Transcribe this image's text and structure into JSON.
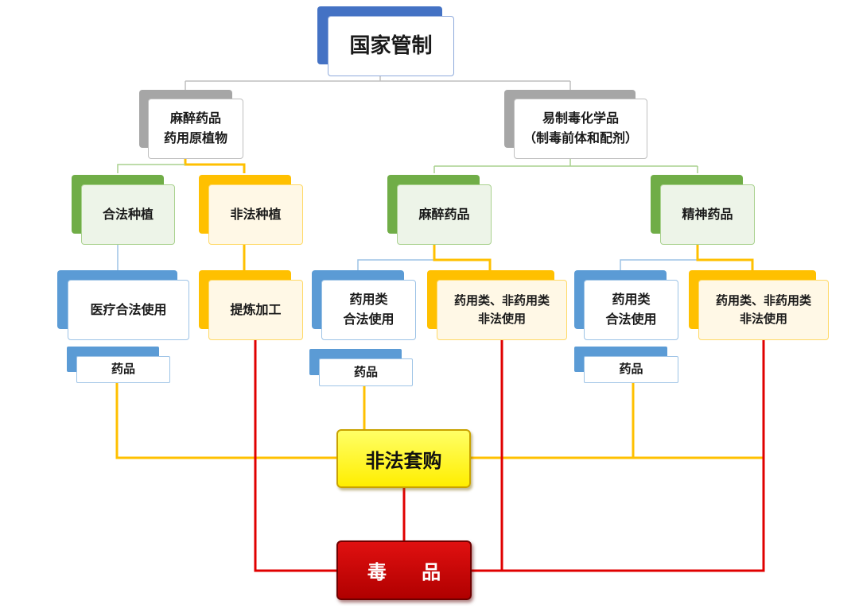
{
  "colors": {
    "blue": "#4472c4",
    "gray": "#a6a6a6",
    "green": "#70ad47",
    "amber": "#ffc000",
    "light_blue": "#5b9bd5",
    "red": "#e00000",
    "yellow": "#ffff33",
    "connector_gray": "#bfbfbf",
    "connector_green": "#a9d18e",
    "connector_yellow": "#ffc000"
  },
  "root": {
    "title": "国家管制"
  },
  "branches": {
    "left": {
      "lines": [
        "麻醉药品",
        "药用原植物"
      ]
    },
    "right": {
      "lines": [
        "易制毒化学品",
        "（制毒前体和配剂）"
      ]
    }
  },
  "categories": {
    "legal_planting": "合法种植",
    "illegal_planting": "非法种植",
    "narcotics": "麻醉药品",
    "psychotropics": "精神药品"
  },
  "uses": {
    "medical_legal_use": "医疗合法使用",
    "refine_process": "提炼加工",
    "narcotics_legal": [
      "药用类",
      "合法使用"
    ],
    "narcotics_illegal": [
      "药用类、非药用类",
      "非法使用"
    ],
    "psycho_legal": [
      "药用类",
      "合法使用"
    ],
    "psycho_illegal": [
      "药用类、非药用类",
      "非法使用"
    ]
  },
  "medicines": [
    "药品",
    "药品",
    "药品"
  ],
  "illegal_purchase": "非法套购",
  "drugs": "毒 品"
}
